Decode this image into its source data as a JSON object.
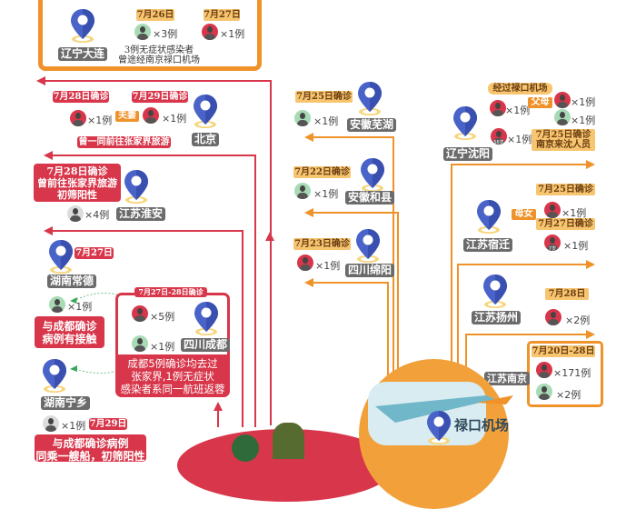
{
  "colors": {
    "red": "#d8364a",
    "orange": "#f0922a",
    "pin": "#4a63c8",
    "label": "#6b6b6b"
  },
  "dalian": {
    "location": "辽宁大连",
    "date1": "7月26日",
    "count1": "×3例",
    "date2": "7月27日",
    "count2": "×1例",
    "note1": "3例无症状感染者",
    "note2": "曾途经南京禄口机场"
  },
  "beijing": {
    "location": "北京",
    "date1": "7月28日确诊",
    "count1": "×1例",
    "relation": "夫妻",
    "date2": "7月29日确诊",
    "count2": "×1例",
    "note": "曾一同前往张家界旅游"
  },
  "huaian": {
    "location": "江苏淮安",
    "note1": "7月28日确诊",
    "note2": "曾前往张家界旅游",
    "note3": "初筛阳性",
    "count": "×4例"
  },
  "changde": {
    "location": "湖南常德",
    "date": "7月27日",
    "count": "×1例",
    "note1": "与成都确诊",
    "note2": "病例有接触"
  },
  "chengdu": {
    "location": "四川成都",
    "date": "7月27日-28日确诊",
    "count1": "×5例",
    "count2": "×1例",
    "note1": "成都5例确诊均去过",
    "note2": "张家界,1例无症状",
    "note3": "感染者系同一航班返蓉"
  },
  "ningxiang": {
    "location": "湖南宁乡",
    "count": "×1例",
    "date": "7月29日",
    "note1": "与成都确诊病例",
    "note2": "同乘一艘船，初筛阳性"
  },
  "wuhu": {
    "location": "安徽芜湖",
    "date": "7月25日确诊",
    "count": "×1例"
  },
  "hexian": {
    "location": "安徽和县",
    "date": "7月22日确诊",
    "count": "×1例"
  },
  "mianyang": {
    "location": "四川绵阳",
    "date": "7月23日确诊",
    "count": "×1例"
  },
  "shenyang": {
    "location": "辽宁沈阳",
    "via": "经过禄口机场",
    "count1": "×1例",
    "relation": "父母",
    "count_parent1": "×1例",
    "count_parent2": "×1例",
    "age": "56岁",
    "count2": "×1例",
    "note1": "7月25日确诊",
    "note2": "南京来沈人员"
  },
  "suqian": {
    "location": "江苏宿迁",
    "relation": "母女",
    "date1": "7月25日确诊",
    "count1": "×1例",
    "date2": "7月27日确诊",
    "count2": "×1例",
    "age": "7岁"
  },
  "yangzhou": {
    "location": "江苏扬州",
    "date": "7月28日",
    "count": "×2例"
  },
  "nanjing": {
    "location": "江苏南京",
    "date": "7月20日-28日",
    "count1": "×171例",
    "count2": "×2例"
  },
  "airport": {
    "name": "禄口机场"
  }
}
